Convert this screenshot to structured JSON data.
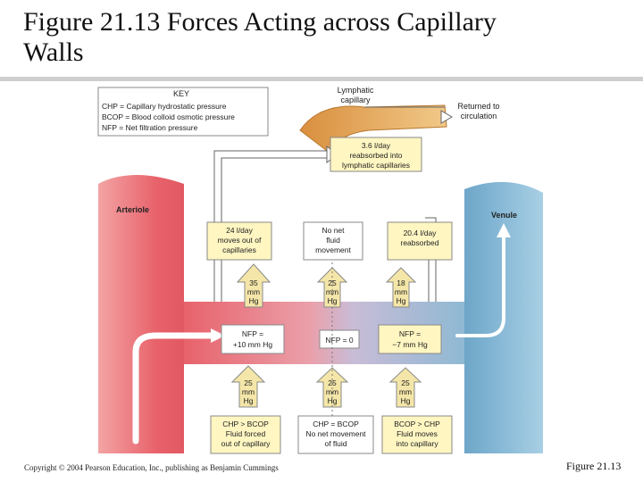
{
  "slide": {
    "title_line1": "Figure 21.13  Forces Acting across Capillary",
    "title_line2": "Walls",
    "copyright": "Copyright © 2004 Pearson Education, Inc., publishing as Benjamin Cummings",
    "figure_label": "Figure 21.13"
  },
  "key": {
    "heading": "KEY",
    "lines": [
      "CHP  =  Capillary hydrostatic pressure",
      "BCOP =  Blood colloid osmotic pressure",
      "NFP  =  Net filtration pressure"
    ]
  },
  "labels": {
    "lymphatic": [
      "Lymphatic",
      "capillary"
    ],
    "returned": [
      "Returned to",
      "circulation"
    ],
    "reabsorbed_lymph": [
      "3.6 l/day",
      "reabsorbed into",
      "lymphatic capillaries"
    ],
    "arteriole": "Arteriole",
    "venule": "Venule"
  },
  "flow_boxes": [
    [
      "24 l/day",
      "moves out of",
      "capillaries"
    ],
    [
      "No net",
      "fluid",
      "movement"
    ],
    [
      "20.4 l/day",
      "reabsorbed"
    ]
  ],
  "chp_values": [
    [
      "35",
      "mm",
      "Hg"
    ],
    [
      "25",
      "mm",
      "Hg"
    ],
    [
      "18",
      "mm",
      "Hg"
    ]
  ],
  "nfp_boxes": [
    [
      "NFP =",
      "+10 mm Hg"
    ],
    [
      "NFP = 0"
    ],
    [
      "NFP =",
      "−7 mm Hg"
    ]
  ],
  "bcop_values": [
    [
      "25",
      "mm",
      "Hg"
    ],
    [
      "25",
      "mm",
      "Hg"
    ],
    [
      "25",
      "mm",
      "Hg"
    ]
  ],
  "bottom_boxes": [
    [
      "CHP > BCOP",
      "Fluid forced",
      "out of capillary"
    ],
    [
      "CHP = BCOP",
      "No net movement",
      "of fluid"
    ],
    [
      "BCOP > CHP",
      "Fluid moves",
      "into capillary"
    ]
  ],
  "colors": {
    "arteriole": "#e8626b",
    "venule": "#6fa8c8",
    "lymphatic": "#e0a35a",
    "box_fill": "#fff6c2",
    "arrow_fill": "#f4e6a8"
  }
}
